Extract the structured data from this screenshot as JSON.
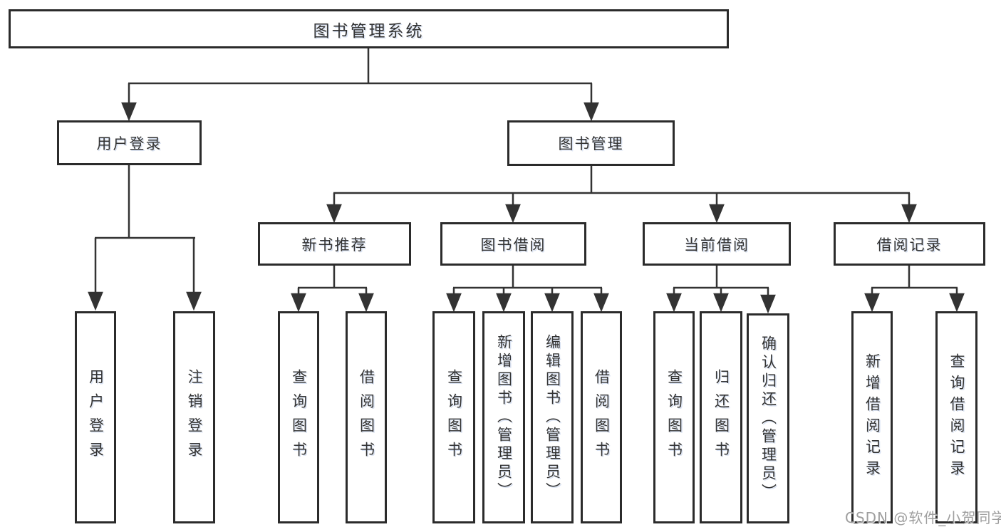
{
  "diagram": {
    "type": "tree",
    "root": {
      "label": "图书管理系统"
    },
    "level2": [
      {
        "label": "用户登录",
        "parent": "图书管理系统"
      },
      {
        "label": "图书管理",
        "parent": "图书管理系统"
      }
    ],
    "level3": [
      {
        "label": "新书推荐",
        "parent": "图书管理"
      },
      {
        "label": "图书借阅",
        "parent": "图书管理"
      },
      {
        "label": "当前借阅",
        "parent": "图书管理"
      },
      {
        "label": "借阅记录",
        "parent": "图书管理"
      }
    ],
    "leaves": [
      {
        "label": "用户登录",
        "parent": "用户登录"
      },
      {
        "label": "注销登录",
        "parent": "用户登录"
      },
      {
        "label": "查询图书",
        "parent": "新书推荐"
      },
      {
        "label": "借阅图书",
        "parent": "新书推荐"
      },
      {
        "label": "查询图书",
        "parent": "图书借阅"
      },
      {
        "label": "新增图书（管理员）",
        "parent": "图书借阅"
      },
      {
        "label": "编辑图书（管理员）",
        "parent": "图书借阅"
      },
      {
        "label": "借阅图书",
        "parent": "图书借阅"
      },
      {
        "label": "查询图书",
        "parent": "当前借阅"
      },
      {
        "label": "归还图书",
        "parent": "当前借阅"
      },
      {
        "label": "确认归还（管理员）",
        "parent": "当前借阅"
      },
      {
        "label": "新增借阅记录",
        "parent": "借阅记录"
      },
      {
        "label": "查询借阅记录",
        "parent": "借阅记录"
      }
    ]
  },
  "watermark": {
    "text": "CSDN @软件_小贺同学"
  },
  "colors": {
    "line": "#333333",
    "box_border": "#2b2b2b",
    "text": "#333333",
    "watermark": "#9e9e9e",
    "background": "#ffffff"
  }
}
